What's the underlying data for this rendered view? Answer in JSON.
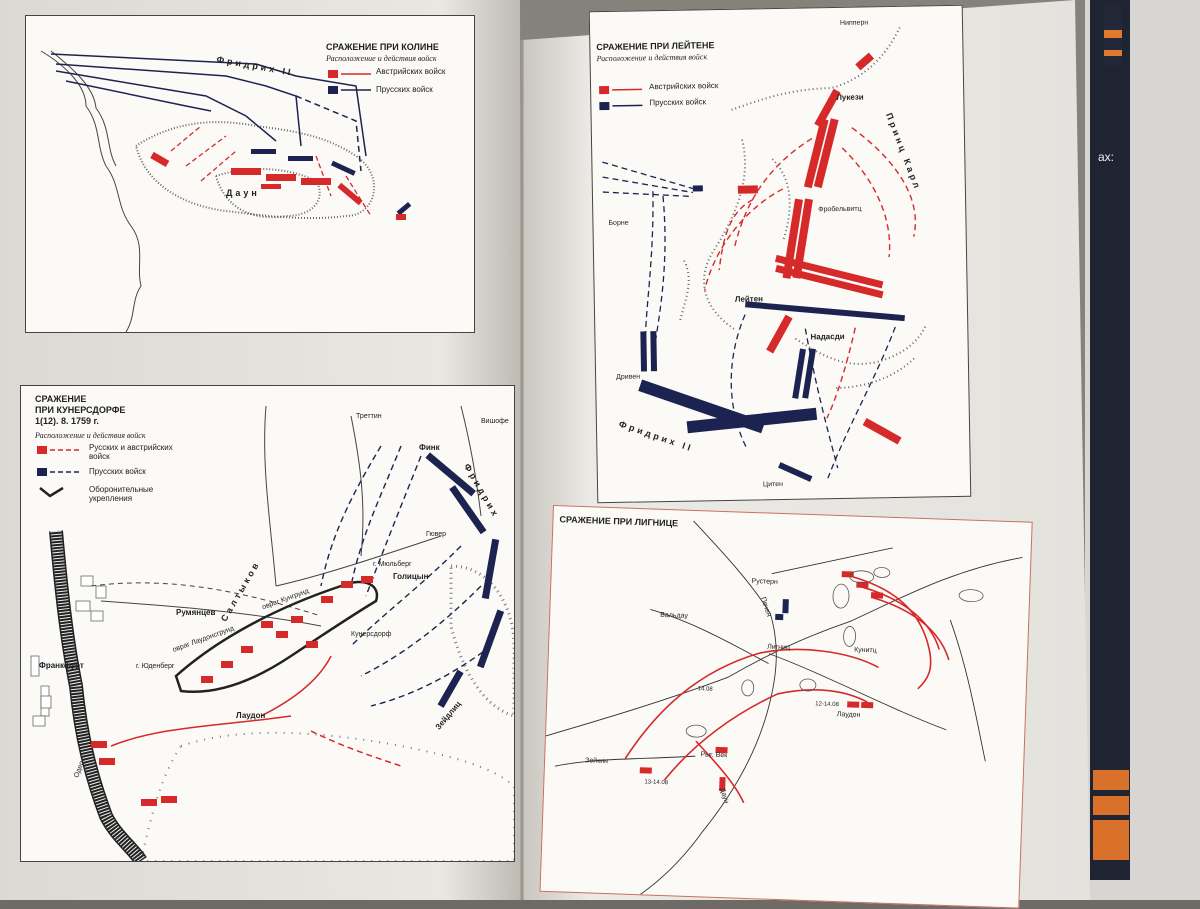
{
  "book": {
    "spine_text": "ах:",
    "maps": {
      "kolin": {
        "title": "Сражение при Колине",
        "subtitle": "Расположение и действия войск",
        "legend": [
          "Австрийских войск",
          "Прусских войск"
        ],
        "labels": {
          "fridrikh": "Фридрих II",
          "daun": "Даун"
        }
      },
      "kunersdorf": {
        "title_lines": [
          "Сражение",
          "при Кунерсдорфе",
          "1(12). 8. 1759 г."
        ],
        "subtitle": "Расположение и действия войск",
        "legend": [
          "Русских и австрийских войск",
          "Прусских войск",
          "Оборонительные укрепления"
        ],
        "labels": {
          "trettin": "Треттин",
          "finck": "Финк",
          "vishofe": "Вишофе",
          "fridrikh": "Фридрих",
          "saltykov": "Салтыков",
          "rumyantsev": "Румянцев",
          "ovrag_kugrund": "овраг Кунгрунд",
          "ovrag_laudonsgrund": "овраг Лаудонсгрунд",
          "g_muhlberg": "г. Мюльберг",
          "golitsyn": "Голицын",
          "gyuver": "Гювер",
          "kunersdorf": "Кунерсдорф",
          "frankfurt": "Франкфурт",
          "g_yudenberg": "г. Юденберг",
          "laudon": "Лаудон",
          "seidlits": "Зейдлиц",
          "oder": "Одер"
        }
      },
      "leuthen": {
        "title": "Сражение при Лейтене",
        "subtitle": "Расположение и действия войск",
        "legend": [
          "Австрийских войск",
          "Прусских войск"
        ],
        "labels": {
          "nipperi": "Нипперн",
          "lukezi": "Лукези",
          "prints_karl": "Принц Карл",
          "borne": "Борне",
          "frobelvits": "Фробельвитц",
          "leuthen": "Лейтен",
          "nadasdi": "Надасди",
          "driven": "Дривен",
          "fridrikh": "Фридрих II",
          "tsiten": "Цитен"
        }
      },
      "liegnitz": {
        "title": "Сражение при Лигнице",
        "labels": {
          "rusteri": "Рустерн",
          "pechen": "Печен",
          "valdau": "Вальдау",
          "liegnitz": "Лигниц",
          "kunits": "Кунитц",
          "laudon": "Лаудон",
          "time1": "12-14.08",
          "time2": "14.08",
          "time3": "13-14.08",
          "zeikin": "Зейкин",
          "daun": "Даун",
          "ryg_vek": "Рыг. Век"
        }
      }
    }
  }
}
